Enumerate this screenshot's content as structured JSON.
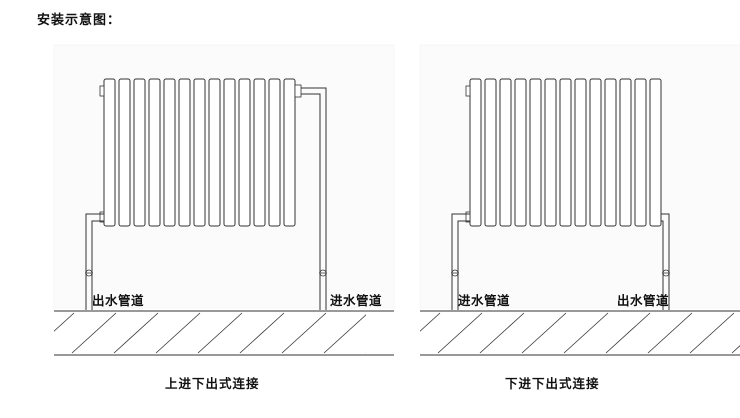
{
  "title": "安装示意图：",
  "diagrams": [
    {
      "caption": "上进下出式连接",
      "label_left": "出水管道",
      "label_right": "进水管道"
    },
    {
      "caption": "下进下出式连接",
      "label_left": "进水管道",
      "label_right": "出水管道"
    }
  ]
}
